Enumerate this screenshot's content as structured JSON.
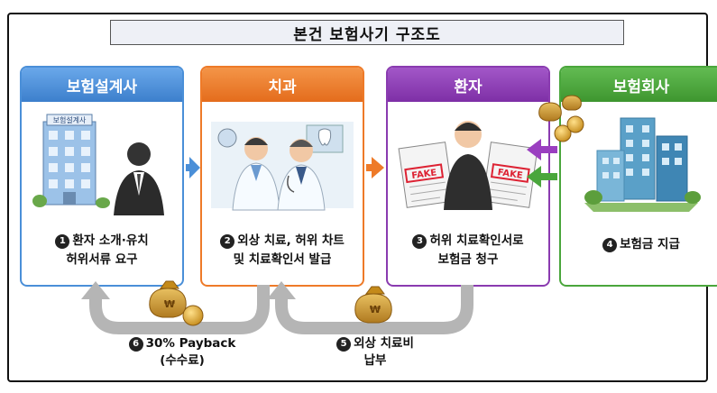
{
  "title": "본건 보험사기 구조도",
  "cards": [
    {
      "header": "보험설계사",
      "num": "1",
      "line1": "환자 소개·유치",
      "line2": "허위서류 요구"
    },
    {
      "header": "치과",
      "num": "2",
      "line1": "외상 치료, 허위 차트",
      "line2": "및 치료확인서 발급"
    },
    {
      "header": "환자",
      "num": "3",
      "line1": "허위 치료확인서로",
      "line2": "보험금 청구"
    },
    {
      "header": "보험회사",
      "num": "4",
      "line1": "보험금 지급",
      "line2": ""
    }
  ],
  "art": {
    "building_sign": "보험설계사",
    "fake_label": "FAKE",
    "coin_symbol": "₩"
  },
  "flows": [
    {
      "num": "6",
      "line1": "30% Payback",
      "line2": "(수수료)"
    },
    {
      "num": "5",
      "line1": "외상 치료비",
      "line2": "납부"
    }
  ],
  "colors": {
    "agent": "#4a8fd8",
    "dental": "#ee7a28",
    "patient": "#8a3bb0",
    "insurer": "#4aa63c",
    "return_arrow": "#b5b5b5",
    "coin": "#d8a632"
  }
}
